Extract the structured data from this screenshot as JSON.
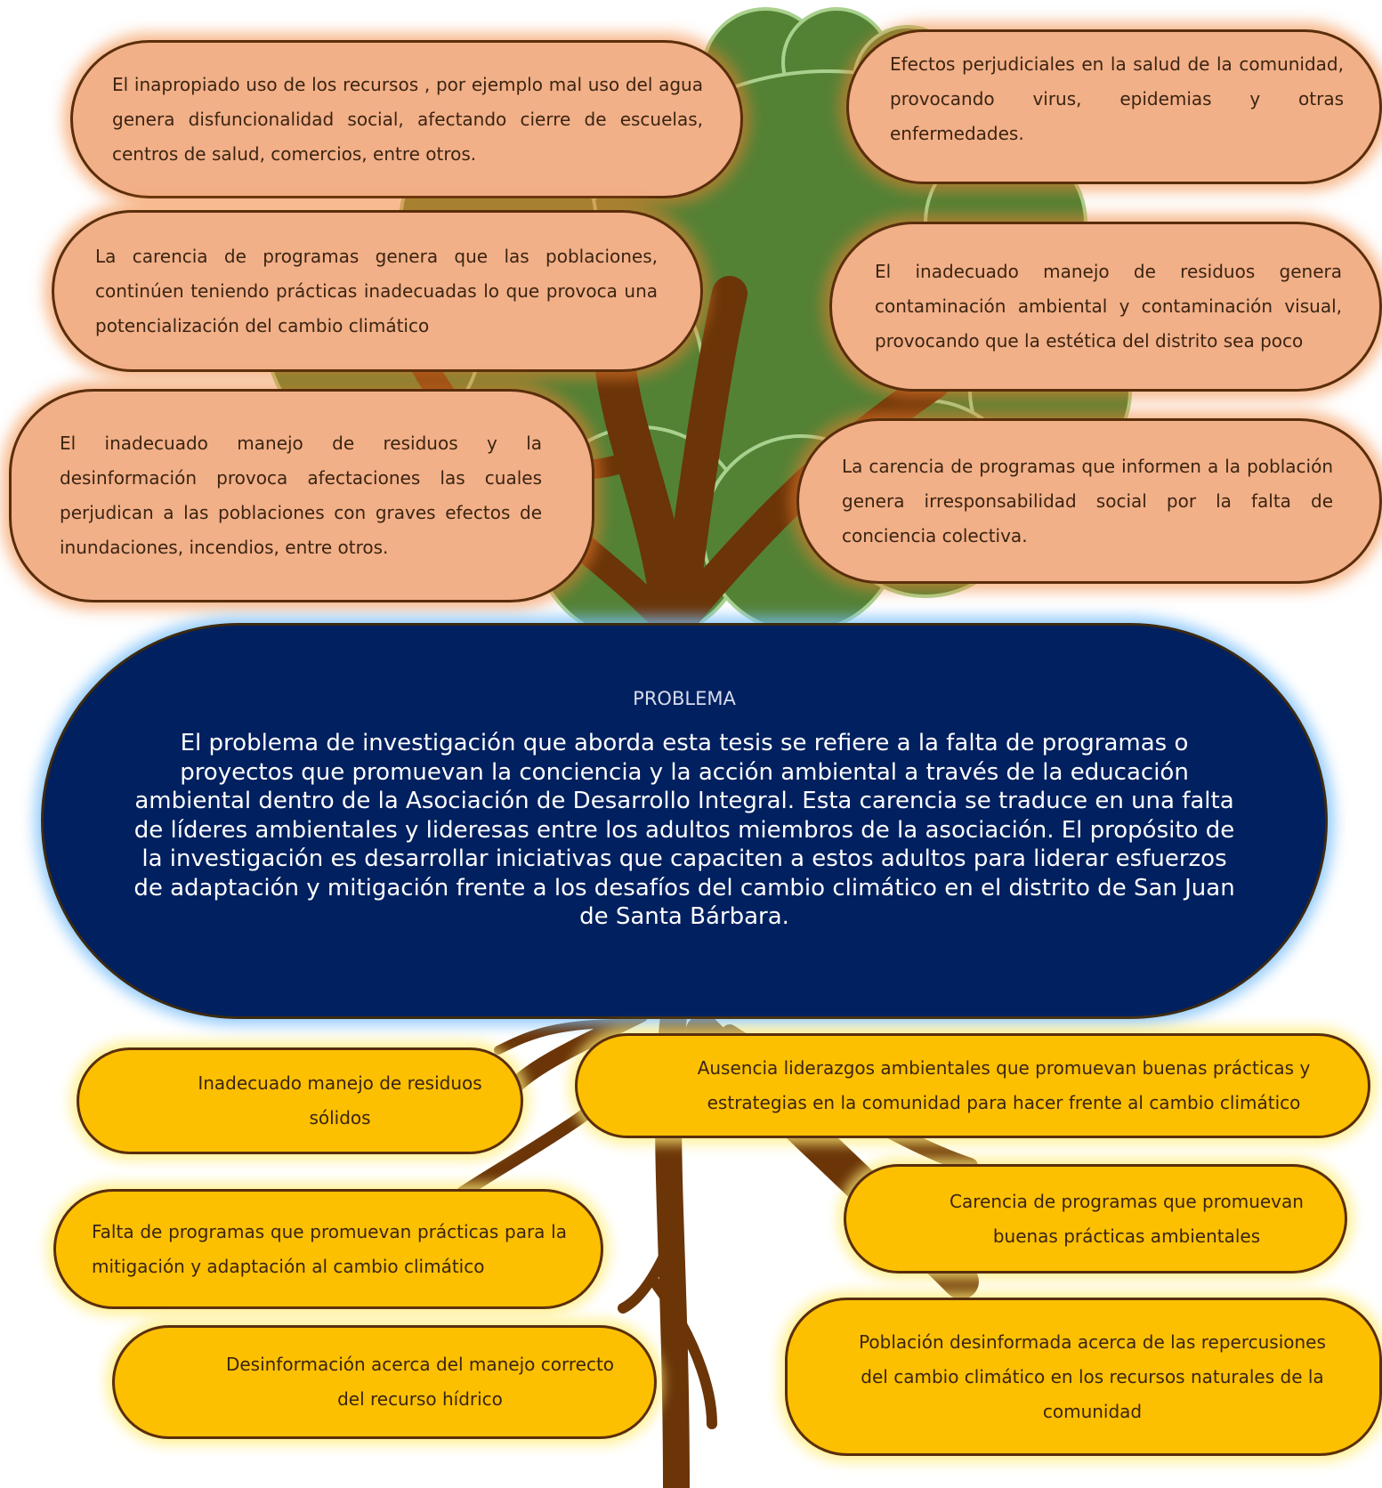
{
  "problem": {
    "heading": "PROBLEMA",
    "text": "El problema de investigación que aborda esta tesis se refiere a la falta de programas o proyectos que promuevan la conciencia y la acción ambiental a través de la educación ambiental dentro de la Asociación de Desarrollo Integral. Esta carencia se traduce en una falta de líderes ambientales y lideresas entre los adultos miembros de la asociación. El propósito de la investigación es desarrollar iniciativas que capaciten a estos adultos para liderar esfuerzos de adaptación y mitigación frente a los desafíos del cambio climático en el distrito de San Juan de Santa Bárbara."
  },
  "effects": [
    "El inapropiado uso de los recursos , por ejemplo mal uso del agua genera disfuncionalidad social, afectando cierre de escuelas, centros de salud, comercios, entre otros.",
    "Efectos perjudiciales en la salud de la comunidad, provocando virus, epidemias y otras enfermedades.",
    "La carencia de programas genera que las poblaciones, continúen teniendo prácticas inadecuadas lo que provoca una potencialización del cambio climático",
    "El inadecuado manejo de residuos genera contaminación ambiental y contaminación visual, provocando que la estética del distrito sea poco",
    "El inadecuado manejo de residuos y la desinformación provoca afectaciones las cuales perjudican a las poblaciones con graves efectos de inundaciones, incendios, entre otros.",
    "La carencia de programas que informen a la población genera irresponsabilidad social por la falta de conciencia colectiva."
  ],
  "causes": [
    "Inadecuado manejo de residuos sólidos",
    "Ausencia liderazgos ambientales que promuevan buenas prácticas y estrategias en la comunidad para hacer frente al cambio climático",
    "Carencia de programas que promuevan buenas prácticas ambientales",
    "Falta de programas que promuevan prácticas para la mitigación y adaptación al cambio climático",
    "Desinformación acerca del manejo correcto del recurso hídrico",
    "Población desinformada acerca de las repercusiones del cambio climático en los recursos naturales de la comunidad"
  ],
  "colors": {
    "canopy": "#548235",
    "trunk": "#6b3508",
    "effect_fill": "#f2b088",
    "cause_fill": "#fcc000",
    "problem_fill": "#002060"
  }
}
